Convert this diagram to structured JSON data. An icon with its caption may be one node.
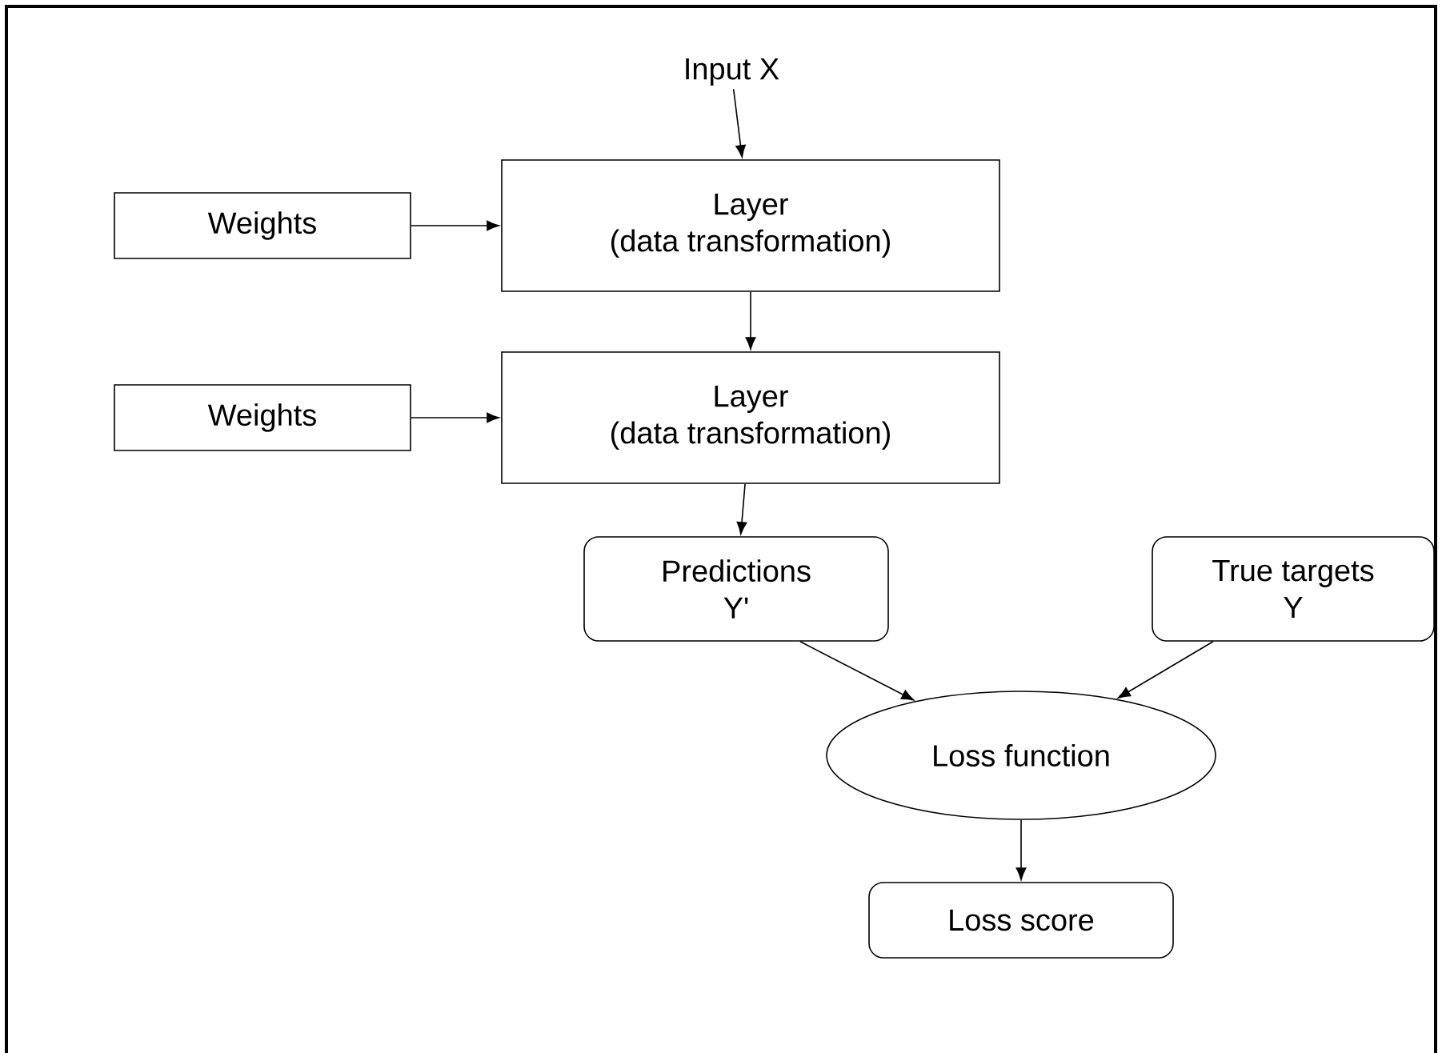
{
  "diagram": {
    "nodes": [
      {
        "text": [
          "Input X"
        ]
      },
      {
        "text": [
          "Weights"
        ]
      },
      {
        "text": [
          "Layer",
          "(data transformation)"
        ]
      },
      {
        "text": [
          "Weights"
        ]
      },
      {
        "text": [
          "Layer",
          "(data transformation)"
        ]
      },
      {
        "text": [
          "Predictions",
          "Y'"
        ]
      },
      {
        "text": [
          "True targets",
          "Y"
        ]
      },
      {
        "text": [
          "Loss function"
        ]
      },
      {
        "text": [
          "Loss score"
        ]
      }
    ],
    "edges": [
      {
        "from": 0,
        "to": 2,
        "arrow": "to"
      },
      {
        "from": 1,
        "to": 2,
        "arrow": "to"
      },
      {
        "from": 2,
        "to": 4,
        "arrow": "to"
      },
      {
        "from": 3,
        "to": 4,
        "arrow": "to"
      },
      {
        "from": 4,
        "to": 5,
        "arrow": "to"
      },
      {
        "from": 5,
        "to": 7,
        "arrow": "to"
      },
      {
        "from": 6,
        "to": 7,
        "arrow": "to"
      },
      {
        "from": 7,
        "to": 8,
        "arrow": "to"
      }
    ]
  }
}
